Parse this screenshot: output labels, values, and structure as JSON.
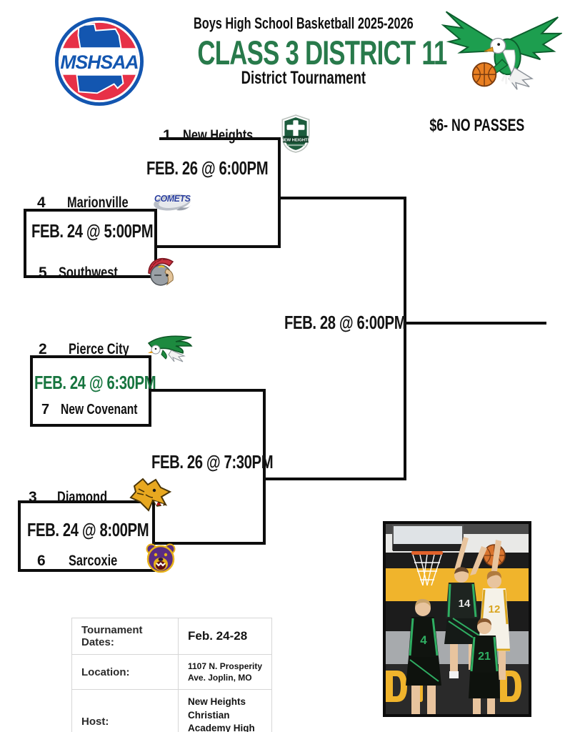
{
  "header": {
    "line1": "Boys High School Basketball 2025-2026",
    "line2": "CLASS 3 DISTRICT 11",
    "line3": "District Tournament",
    "admission": "$6- NO PASSES",
    "accent_green": "#287a4b",
    "mshsaa": "MSHSAA"
  },
  "bracket": {
    "teams": [
      {
        "seed": "1",
        "name": "New Heights",
        "logo": "new-heights-shield"
      },
      {
        "seed": "4",
        "name": "Marionville",
        "logo": "comets"
      },
      {
        "seed": "5",
        "name": "Southwest",
        "logo": "trojan"
      },
      {
        "seed": "2",
        "name": "Pierce City",
        "logo": "green-eagle"
      },
      {
        "seed": "7",
        "name": "New Covenant",
        "logo": ""
      },
      {
        "seed": "3",
        "name": "Diamond",
        "logo": "wildcat"
      },
      {
        "seed": "6",
        "name": "Sarcoxie",
        "logo": "bear"
      }
    ],
    "games": {
      "qf1": {
        "time": "FEB. 24 @ 5:00PM",
        "color": "#141414"
      },
      "qf2": {
        "time": "FEB. 24 @ 6:30PM",
        "color": "#17753f"
      },
      "qf3": {
        "time": "FEB. 24 @ 8:00PM",
        "color": "#141414"
      },
      "sf1": {
        "time": "FEB. 26 @ 6:00PM",
        "color": "#141414"
      },
      "sf2": {
        "time": "FEB. 26 @ 7:30PM",
        "color": "#141414"
      },
      "final": {
        "time": "FEB. 28 @ 6:00PM",
        "color": "#141414"
      }
    }
  },
  "logos": {
    "new_heights_banner": "NEW HEIGHTS",
    "comets_text": "COMETS"
  },
  "info_table": {
    "rows": [
      {
        "label": "Tournament Dates:",
        "value": "Feb. 24-28"
      },
      {
        "label": "Location:",
        "value": "1107 N. Prosperity Ave. Joplin, MO"
      },
      {
        "label": "Host:",
        "value": "New Heights Christian Academy High School"
      }
    ]
  },
  "photo": {
    "jerseys": [
      "14",
      "12",
      "4",
      "21"
    ]
  }
}
